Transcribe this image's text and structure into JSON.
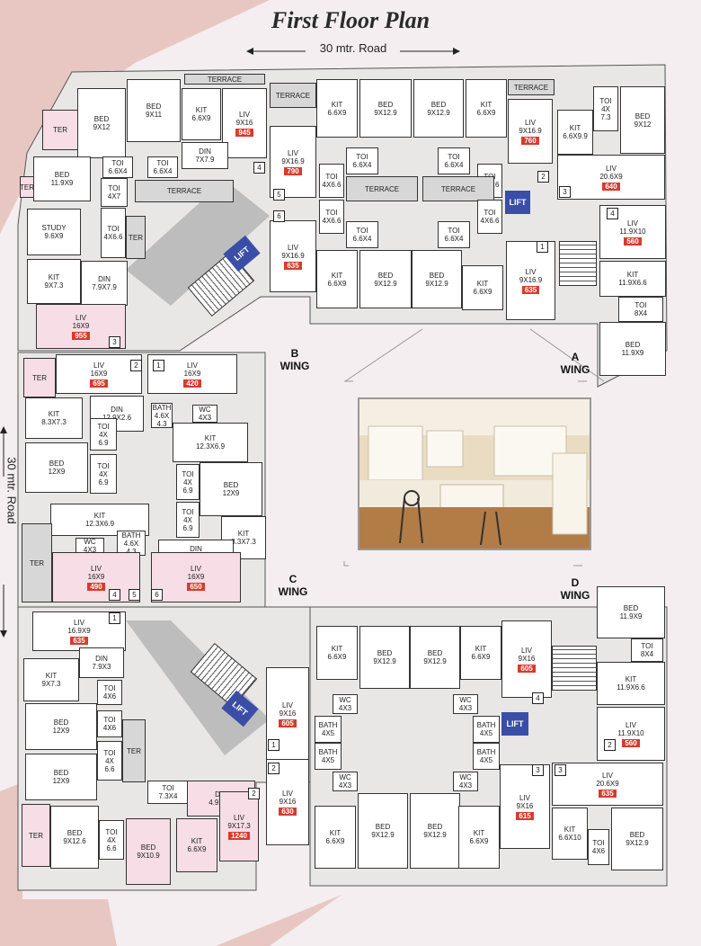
{
  "title": "First Floor Plan",
  "road_top": "30 mtr. Road",
  "road_left": "30 mtr. Road",
  "wings": [
    {
      "id": "b",
      "label": "B\nWING"
    },
    {
      "id": "a",
      "label": "A\nWING"
    },
    {
      "id": "c",
      "label": "C\nWING"
    },
    {
      "id": "d",
      "label": "D\nWING"
    }
  ],
  "lift_label": "LIFT",
  "rooms": [
    {
      "n": "TER",
      "d": ""
    },
    {
      "n": "TERRACE",
      "d": ""
    },
    {
      "n": "BED",
      "d": "9X12"
    },
    {
      "n": "BED",
      "d": "9X11"
    },
    {
      "n": "KIT",
      "d": "6.6X9"
    },
    {
      "n": "LIV",
      "d": "9X16",
      "a": "945"
    },
    {
      "n": "DIN",
      "d": "7X7.9"
    },
    {
      "n": "TOI",
      "d": "6.6X4"
    },
    {
      "n": "TOI",
      "d": "6.6X4"
    },
    {
      "n": "BED",
      "d": "11.9X9"
    },
    {
      "n": "TER",
      "d": ""
    },
    {
      "n": "TERRACE",
      "d": ""
    },
    {
      "n": "TOI",
      "d": "4X7"
    },
    {
      "n": "STUDY",
      "d": "9.6X9"
    },
    {
      "n": "TOI",
      "d": "4X6.6"
    },
    {
      "n": "TER",
      "d": ""
    },
    {
      "n": "KIT",
      "d": "9X7.3"
    },
    {
      "n": "DIN",
      "d": "7.9X7.9"
    },
    {
      "n": "LIV",
      "d": "16X9",
      "a": "955"
    },
    {
      "n": "TERRACE",
      "d": ""
    },
    {
      "n": "KIT",
      "d": "6.6X9"
    },
    {
      "n": "BED",
      "d": "9X12.9"
    },
    {
      "n": "BED",
      "d": "9X12.9"
    },
    {
      "n": "KIT",
      "d": "6.6X9"
    },
    {
      "n": "TERRACE",
      "d": ""
    },
    {
      "n": "LIV",
      "d": "9X16.9",
      "a": "790"
    },
    {
      "n": "TOI",
      "d": "6.6X4"
    },
    {
      "n": "TOI",
      "d": "6.6X4"
    },
    {
      "n": "TOI",
      "d": "4X6.6"
    },
    {
      "n": "LIV",
      "d": "9X16.9",
      "a": "760"
    },
    {
      "n": "TOI",
      "d": "4X6.6"
    },
    {
      "n": "TERRACE",
      "d": ""
    },
    {
      "n": "TERRACE",
      "d": ""
    },
    {
      "n": "TOI",
      "d": "4X6.6"
    },
    {
      "n": "TOI",
      "d": "4X6.6"
    },
    {
      "n": "TOI",
      "d": "6.6X4"
    },
    {
      "n": "TOI",
      "d": "6.6X4"
    },
    {
      "n": "LIV",
      "d": "9X16.9",
      "a": "635"
    },
    {
      "n": "KIT",
      "d": "6.6X9"
    },
    {
      "n": "BED",
      "d": "9X12.9"
    },
    {
      "n": "BED",
      "d": "9X12.9"
    },
    {
      "n": "KIT",
      "d": "6.6X9"
    },
    {
      "n": "LIV",
      "d": "9X16.9",
      "a": "635"
    },
    {
      "n": "KIT",
      "d": "6.6X9.9"
    },
    {
      "n": "TOI",
      "d": "4X\n7.3"
    },
    {
      "n": "BED",
      "d": "9X12"
    },
    {
      "n": "LIV",
      "d": "20.6X9",
      "a": "640"
    },
    {
      "n": "LIV",
      "d": "11.9X10",
      "a": "560"
    },
    {
      "n": "KIT",
      "d": "11.9X6.6"
    },
    {
      "n": "TOI",
      "d": "8X4"
    },
    {
      "n": "BED",
      "d": "11.9X9"
    },
    {
      "n": "TER",
      "d": ""
    },
    {
      "n": "LIV",
      "d": "16X9",
      "a": "695"
    },
    {
      "n": "LIV",
      "d": "16X9",
      "a": "420"
    },
    {
      "n": "DIN",
      "d": "12.9X2.6"
    },
    {
      "n": "KIT",
      "d": "8.3X7.3"
    },
    {
      "n": "BATH",
      "d": "4.6X\n4.3"
    },
    {
      "n": "WC",
      "d": "4X3"
    },
    {
      "n": "TOI",
      "d": "4X\n6.9"
    },
    {
      "n": "KIT",
      "d": "12.3X6.9"
    },
    {
      "n": "BED",
      "d": "12X9"
    },
    {
      "n": "TOI",
      "d": "4X\n6.9"
    },
    {
      "n": "TOI",
      "d": "4X\n6.9"
    },
    {
      "n": "BED",
      "d": "12X9"
    },
    {
      "n": "TOI",
      "d": "4X\n6.9"
    },
    {
      "n": "KIT",
      "d": "12.3X6.9"
    },
    {
      "n": "KIT",
      "d": "8.3X7.3"
    },
    {
      "n": "TER",
      "d": ""
    },
    {
      "n": "WC",
      "d": "4X3"
    },
    {
      "n": "BATH",
      "d": "4.6X\n4.3"
    },
    {
      "n": "DIN",
      "d": "13.3X2.6"
    },
    {
      "n": "LIV",
      "d": "16X9",
      "a": "490"
    },
    {
      "n": "LIV",
      "d": "16X9",
      "a": "650"
    },
    {
      "n": "LIV",
      "d": "16.9X9",
      "a": "635"
    },
    {
      "n": "DIN",
      "d": "7.9X3"
    },
    {
      "n": "KIT",
      "d": "9X7.3"
    },
    {
      "n": "TOI",
      "d": "4X6"
    },
    {
      "n": "BED",
      "d": "12X9"
    },
    {
      "n": "TOI",
      "d": "4X6"
    },
    {
      "n": "TER",
      "d": ""
    },
    {
      "n": "TOI",
      "d": "4X\n6.6"
    },
    {
      "n": "BED",
      "d": "12X9"
    },
    {
      "n": "TOI",
      "d": "7.3X4"
    },
    {
      "n": "DIN",
      "d": "4.9X7.9"
    },
    {
      "n": "TER",
      "d": ""
    },
    {
      "n": "BED",
      "d": "9X12.6"
    },
    {
      "n": "TOI",
      "d": "4X\n6.6"
    },
    {
      "n": "BED",
      "d": "9X10.9"
    },
    {
      "n": "KIT",
      "d": "6.6X9"
    },
    {
      "n": "LIV",
      "d": "9X17.3",
      "a": "1240"
    },
    {
      "n": "KIT",
      "d": "6.6X9"
    },
    {
      "n": "BED",
      "d": "9X12.9"
    },
    {
      "n": "BED",
      "d": "9X12.9"
    },
    {
      "n": "KIT",
      "d": "6.6X9"
    },
    {
      "n": "LIV",
      "d": "9X16",
      "a": "605"
    },
    {
      "n": "LIV",
      "d": "9X16",
      "a": "605"
    },
    {
      "n": "WC",
      "d": "4X3"
    },
    {
      "n": "WC",
      "d": "4X3"
    },
    {
      "n": "BATH",
      "d": "4X5"
    },
    {
      "n": "BATH",
      "d": "4X5"
    },
    {
      "n": "BATH",
      "d": "4X5"
    },
    {
      "n": "BATH",
      "d": "4X5"
    },
    {
      "n": "WC",
      "d": "4X3"
    },
    {
      "n": "WC",
      "d": "4X3"
    },
    {
      "n": "LIV",
      "d": "9X16",
      "a": "630"
    },
    {
      "n": "LIV",
      "d": "9X16",
      "a": "615"
    },
    {
      "n": "KIT",
      "d": "6.6X9"
    },
    {
      "n": "BED",
      "d": "9X12.9"
    },
    {
      "n": "BED",
      "d": "9X12.9"
    },
    {
      "n": "KIT",
      "d": "6.6X9"
    },
    {
      "n": "BED",
      "d": "11.9X9"
    },
    {
      "n": "TOI",
      "d": "8X4"
    },
    {
      "n": "KIT",
      "d": "11.9X6.6"
    },
    {
      "n": "LIV",
      "d": "11.9X10",
      "a": "560"
    },
    {
      "n": "LIV",
      "d": "20.6X9",
      "a": "635"
    },
    {
      "n": "KIT",
      "d": "6.6X10"
    },
    {
      "n": "TOI",
      "d": "4X6"
    },
    {
      "n": "BED",
      "d": "9X12.9"
    }
  ],
  "unit_numbers": [
    "4",
    "5",
    "6",
    "2",
    "3",
    "1",
    "4",
    "3",
    "2",
    "1",
    "4",
    "5",
    "6",
    "1",
    "2",
    "4",
    "1",
    "2",
    "3",
    "3",
    "2"
  ]
}
